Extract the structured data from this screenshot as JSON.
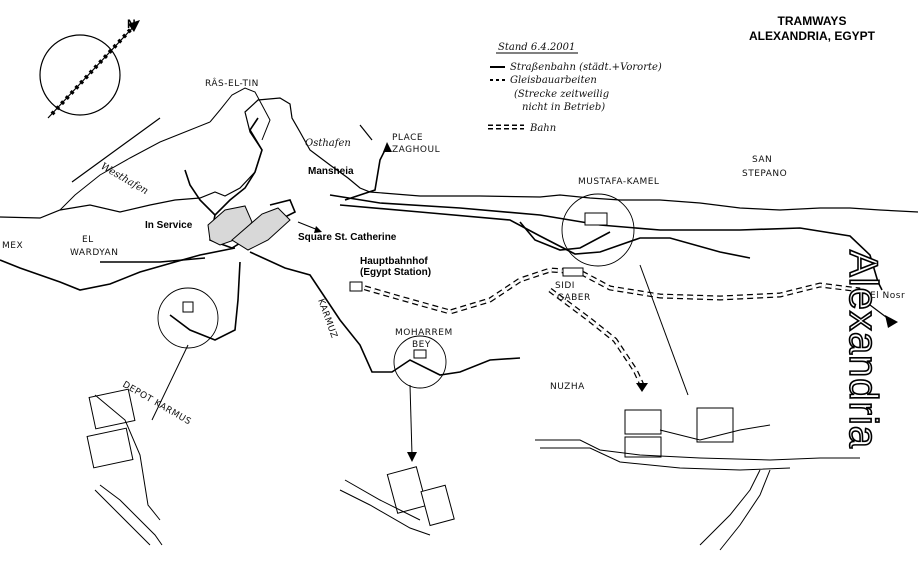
{
  "title": {
    "line1": "TRAMWAYS",
    "line2": "ALEXANDRIA, EGYPT"
  },
  "legend": {
    "stand": "Stand 6.4.2001",
    "item1": "Straßenbahn (städt.+Vororte)",
    "item2": "Gleisbauarbeiten",
    "item2_note1": "(Strecke zeitweilig",
    "item2_note2": "nicht in Betrieb)",
    "item3": "Bahn"
  },
  "compass": {
    "label": "N"
  },
  "city_label": "Alexandria",
  "labels": {
    "ras_el_tin": "RÂS-EL-TIN",
    "westhafen": "Westhafen",
    "osthafen": "Osthafen",
    "mansheia": "Mansheia",
    "place_zaghoul_1": "PLACE",
    "place_zaghoul_2": "ZAGHOUL",
    "mustafa_kamel": "MUSTAFA-KAMEL",
    "san_stepano_1": "SAN",
    "san_stepano_2": "STEPANO",
    "in_service": "In Service",
    "square_st_catherine": "Square St. Catherine",
    "mex": "MEX",
    "el_wardyan_1": "EL",
    "el_wardyan_2": "WARDYAN",
    "hauptbahnhof_1": "Hauptbahnhof",
    "hauptbahnhof_2": "(Egypt Station)",
    "sidi_gaber_1": "SIDI",
    "sidi_gaber_2": "GABER",
    "el_nosr": "El Nosr",
    "karmuz": "KARMUZ",
    "moharrem_bey_1": "MOHARREM",
    "moharrem_bey_2": "BEY",
    "nuzha": "NUZHA",
    "depot_karmus": "DEPOT KARMUS"
  },
  "colors": {
    "ink": "#000000",
    "paper": "#ffffff",
    "shade": "#d8d8d8"
  }
}
